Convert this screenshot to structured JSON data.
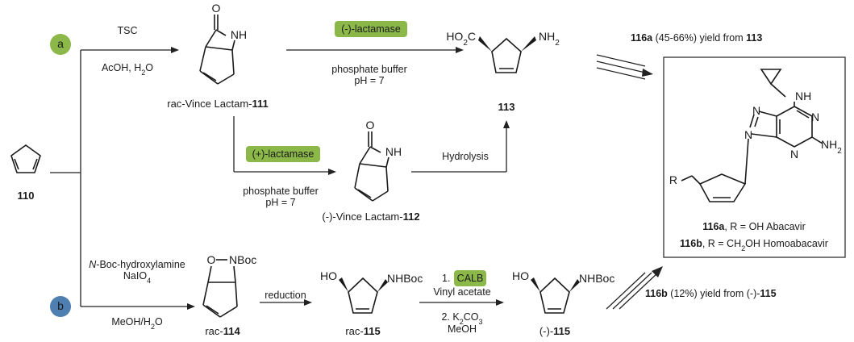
{
  "route_badges": {
    "a": {
      "label": "a",
      "color": "#8cb84a"
    },
    "b": {
      "label": "b",
      "color": "#4f7fb0"
    }
  },
  "enzyme_badge_color": "#8cb84a",
  "conditions": {
    "tsc": "TSC",
    "acoh_pre": "AcOH, H",
    "acoh_sub": "2",
    "acoh_post": "O",
    "minus_lactamase": "(-)-lactamase",
    "phosphate_buffer_1": "phosphate buffer",
    "ph_1": "pH = 7",
    "plus_lactamase": "(+)-lactamase",
    "phosphate_buffer_2": "phosphate buffer",
    "ph_2": "pH = 7",
    "hydrolysis": "Hydrolysis",
    "boc_hydroxylamine_italic": "N",
    "boc_hydroxylamine_rest": "-Boc-hydroxylamine",
    "naio4_pre": "NaIO",
    "naio4_sub": "4",
    "meoh_h2o_pre": "MeOH/H",
    "meoh_h2o_sub": "2",
    "meoh_h2o_post": "O",
    "reduction": "reduction",
    "step1_num": "1.",
    "calb": "CALB",
    "vinyl_acetate": "Vinyl acetate",
    "step2_pre": "2. K",
    "step2_sub1": "2",
    "step2_mid": "CO",
    "step2_sub2": "3",
    "meoh": "MeOH"
  },
  "compounds": {
    "c110": "110",
    "c111_prefix": "rac-Vince Lactam-",
    "c111_num": "111",
    "c112_prefix": "(-)-Vince Lactam-",
    "c112_num": "112",
    "c113": "113",
    "c114_prefix": "rac-",
    "c114_num": "114",
    "c115_prefix": "rac-",
    "c115_num": "115",
    "c115m_prefix": "(-)-",
    "c115m_num": "115"
  },
  "atoms": {
    "o": "O",
    "nh": "NH",
    "ho2c_pre": "HO",
    "ho2c_sub": "2",
    "ho2c_post": "C",
    "nh2_pre": "NH",
    "nh2_sub": "2",
    "o_nboc": "O",
    "nboc": "NBoc",
    "ho": "HO",
    "nhboc": "NHBoc",
    "r": "R",
    "purine_nh": "NH",
    "n": "N",
    "purine_nh2_pre": "NH",
    "purine_nh2_sub": "2"
  },
  "yields": {
    "a_bold": "116a",
    "a_text": " (45-66%) yield from ",
    "a_from": "113",
    "b_bold": "116b",
    "b_text": " (12%) yield from (-)-",
    "b_from": "115"
  },
  "product_box": {
    "line1_bold": "116a",
    "line1_text": ", R = OH  Abacavir",
    "line2_bold": "116b",
    "line2_pre": ", R = CH",
    "line2_sub": "2",
    "line2_post": "OH  Homoabacavir"
  }
}
